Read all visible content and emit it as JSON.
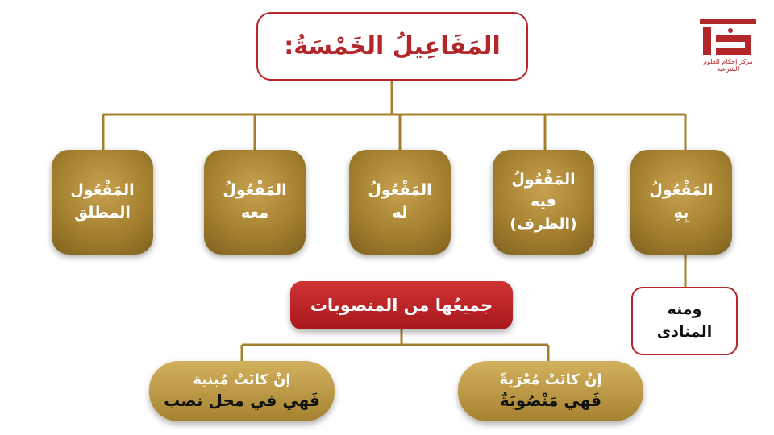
{
  "title": "المَفَاعِيلُ الخَمْسَةُ:",
  "objects": [
    {
      "id": "bihi",
      "lines": [
        "المَفْعُولُ",
        "بِهِ"
      ]
    },
    {
      "id": "fihi",
      "lines": [
        "المَفْعُولُ",
        "فيه",
        "(الظرف)"
      ]
    },
    {
      "id": "lahu",
      "lines": [
        "المَفْعُولُ",
        "له"
      ]
    },
    {
      "id": "maahu",
      "lines": [
        "المَفْعُولُ",
        "معه"
      ]
    },
    {
      "id": "mutlaq",
      "lines": [
        "المَفْعُول",
        "المطلق"
      ]
    }
  ],
  "note": {
    "lines": [
      "ومنه",
      "المنادى"
    ]
  },
  "summary": "جميعُها من المنصوبات",
  "branches": [
    {
      "id": "murab",
      "line1": "إنْ كانَتْ مُعْرَبةً",
      "line2": "فَهي مَنْصُوبَةٌ"
    },
    {
      "id": "mabni",
      "line1": "إنْ كانَتْ مُبنية",
      "line2": "فَهي في محل نصب"
    }
  ],
  "logo": {
    "text": "مركز إحكام للعلوم الشرعية"
  },
  "colors": {
    "accent": "#b3272b",
    "gold": "#a5812f",
    "line": "#a5812f"
  }
}
